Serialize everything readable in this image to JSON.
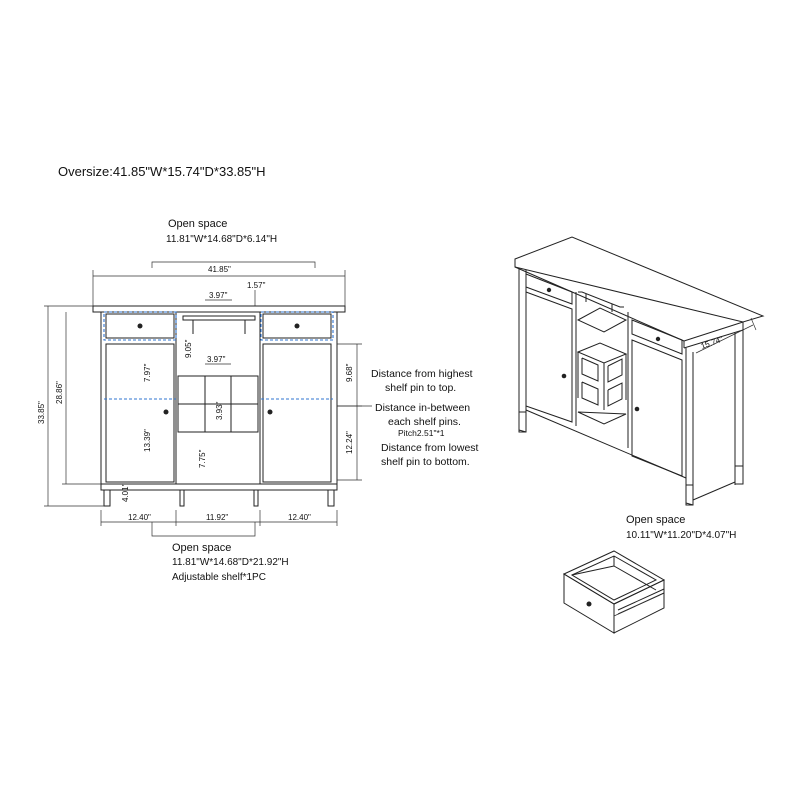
{
  "oversize": "Oversize:41.85\"W*15.74\"D*33.85\"H",
  "top_open_space": {
    "title": "Open space",
    "dims": "11.81\"W*14.68\"D*6.14\"H"
  },
  "mid_open_space": {
    "title": "Open space",
    "dims": "11.81\"W*14.68\"D*21.92\"H",
    "note": "Adjustable shelf*1PC"
  },
  "drawer_open_space": {
    "title": "Open space",
    "dims": "10.11\"W*11.20\"D*4.07\"H"
  },
  "shelf_notes": {
    "highest": [
      "Distance from highest",
      "shelf pin to top."
    ],
    "between": [
      "Distance in-between",
      "each shelf pins."
    ],
    "pitch": "Pitch2.51\"*1",
    "lowest": [
      "Distance from lowest",
      "shelf pin to bottom."
    ]
  },
  "dims": {
    "total_width": "41.85\"",
    "rack_width": "3.97\"",
    "top_gap": "1.57\"",
    "upper_height": "9.05\"",
    "cube_width": "3.97\"",
    "door_top": "7.97\"",
    "cube_height": "3.93\"",
    "door_lower": "13.39\"",
    "bottom_open": "7.75\"",
    "leg": "4.01\"",
    "total_height": "33.85\"",
    "body_height": "28.86\"",
    "right_top": "9.68\"",
    "right_bottom": "12.24\"",
    "left_width": "12.40\"",
    "middle_width": "11.92\"",
    "right_width": "12.40\"",
    "depth": "15.74\""
  }
}
